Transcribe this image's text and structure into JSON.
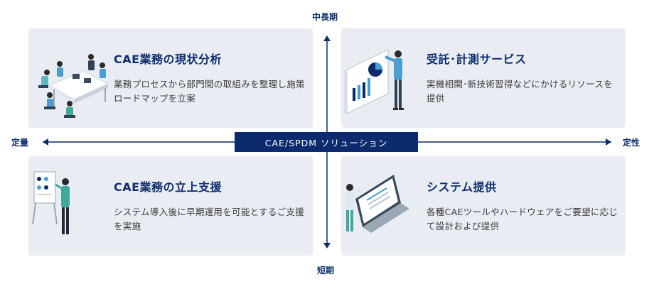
{
  "axes": {
    "top": "中長期",
    "bottom": "短期",
    "left": "定量",
    "right": "定性"
  },
  "center_label": "CAE/SPDM ソリューション",
  "quadrants": [
    {
      "title": "CAE業務の現状分析",
      "desc": "業務プロセスから部門間の取組みを整理し施策ロードマップを立案",
      "icon": "team-meeting-icon"
    },
    {
      "title": "受託･計測サービス",
      "desc": "実機相関･新技術習得などにかけるリソースを提供",
      "icon": "presentation-chart-icon"
    },
    {
      "title": "CAE業務の立上支援",
      "desc": "システム導入後に早期運用を可能とするご支援を実施",
      "icon": "whiteboard-icon"
    },
    {
      "title": "システム提供",
      "desc": "各種CAEツールやハードウェアをご要望に応じて設計および提供",
      "icon": "laptop-icon"
    }
  ],
  "colors": {
    "navy": "#0b2b6e",
    "card_bg": "#e9edf3",
    "accent_blue": "#4a9fd0",
    "accent_teal": "#3fa79b"
  }
}
